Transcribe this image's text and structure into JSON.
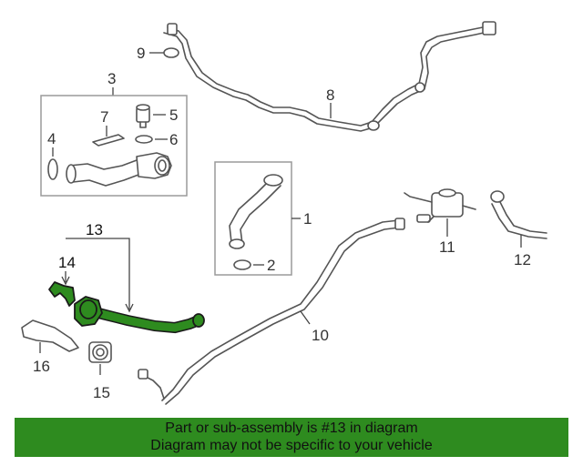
{
  "callouts": {
    "c1": "1",
    "c2": "2",
    "c3": "3",
    "c4": "4",
    "c5": "5",
    "c6": "6",
    "c7": "7",
    "c8": "8",
    "c9": "9",
    "c10": "10",
    "c11": "11",
    "c12": "12",
    "c13": "13",
    "c14": "14",
    "c15": "15",
    "c16": "16"
  },
  "highlighted_part": "13",
  "colors": {
    "highlight": "#2e8b1f",
    "line_art": "#555555",
    "group_box": "#9a9a9a"
  },
  "banner": {
    "line1": "Part or sub-assembly is #13 in diagram",
    "line2": "Diagram may not be specific to your vehicle"
  }
}
